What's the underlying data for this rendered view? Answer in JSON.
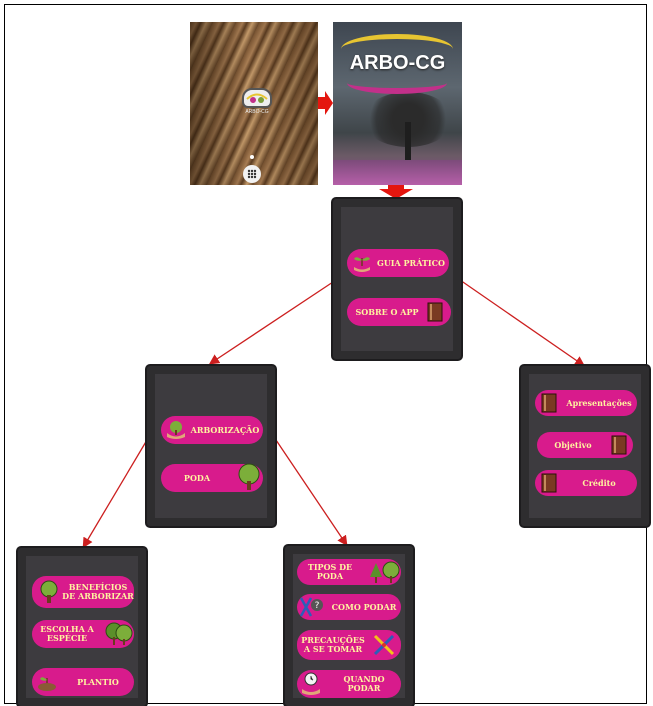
{
  "splash": {
    "app_caption": "ARBO-CG"
  },
  "title_screen": {
    "title": "ARBO-CG"
  },
  "main_menu": {
    "guia_pratico": "GUIA PRÁTICO",
    "sobre_app": "SOBRE O APP"
  },
  "guia_menu": {
    "arborizacao": "ARBORIZAÇÃO",
    "poda": "PODA"
  },
  "sobre_menu": {
    "apresentacoes": "Apresentações",
    "objetivo": "Objetivo",
    "credito": "Crédito"
  },
  "arborizacao_menu": {
    "beneficios_1": "BENEFÍCIOS",
    "beneficios_2": "DE ARBORIZAR",
    "escolha_1": "ESCOLHA A",
    "escolha_2": "ESPÉCIE",
    "plantio": "PLANTIO"
  },
  "poda_menu": {
    "tipos": "TIPOS DE PODA",
    "como": "COMO PODAR",
    "precaucoes_1": "PRECAUÇÕES",
    "precaucoes_2": "A SE TOMAR",
    "quando_1": "QUANDO",
    "quando_2": "PODAR"
  },
  "colors": {
    "pill": "#d81b8c",
    "pill_text": "#fff3a0",
    "arrow": "#cc1f1f",
    "phone_bg": "#3d3b3f"
  },
  "icons": [
    "apps-grid-icon",
    "sprout-hand-icon",
    "book-icon",
    "tree-hand-icon",
    "tree-icon",
    "question-cross-icon",
    "crossed-tools-icon",
    "clock-hand-icon"
  ]
}
